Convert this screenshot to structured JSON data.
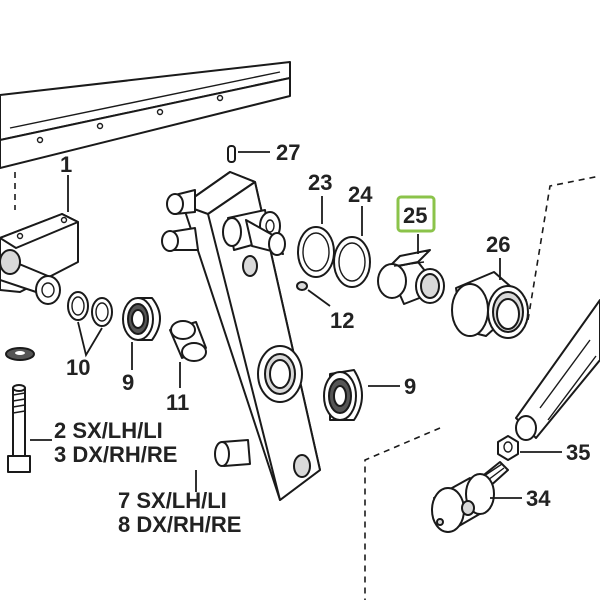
{
  "highlight_color": "#8bc34a",
  "labels": {
    "p1": "1",
    "p2": "2 SX/LH/LI",
    "p3": "3 DX/RH/RE",
    "p7": "7 SX/LH/LI",
    "p8": "8 DX/RH/RE",
    "p9a": "9",
    "p9b": "9",
    "p10": "10",
    "p11": "11",
    "p12": "12",
    "p23": "23",
    "p24": "24",
    "p25": "25",
    "p26": "26",
    "p27": "27",
    "p34": "34",
    "p35": "35"
  }
}
